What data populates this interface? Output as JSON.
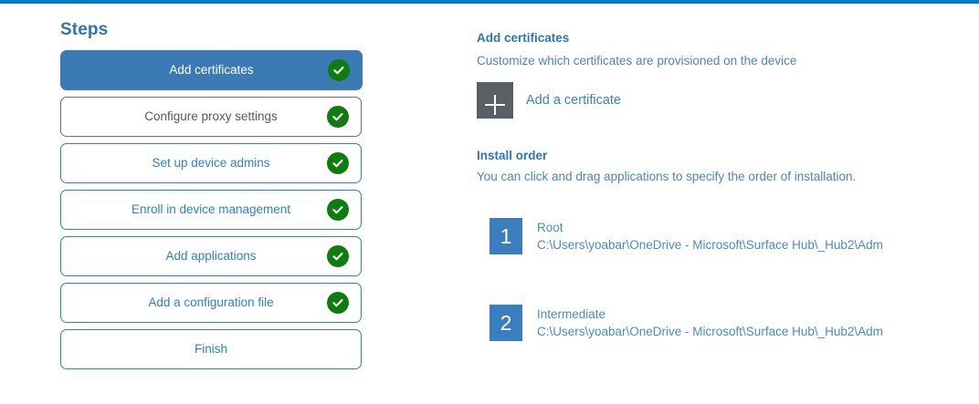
{
  "theme": {
    "accent_bar": "#0078c8",
    "active_step_bg": "#3b7ab5",
    "step_border_blue": "#2e7fd0",
    "step_border_gray": "#6f6f6f",
    "check_green": "#107c10",
    "badge_blue": "#3a7ebf",
    "tile_gray": "#595f65",
    "heading_blue": "#2e75b6",
    "body_blue": "#4a87b8"
  },
  "steps_pane": {
    "title": "Steps",
    "items": [
      {
        "label": "Add certificates",
        "state": "active",
        "completed": true,
        "check_icon": "check-circle-icon"
      },
      {
        "label": "Configure proxy settings",
        "state": "neutral",
        "completed": true,
        "check_icon": "check-circle-icon"
      },
      {
        "label": "Set up device admins",
        "state": "default",
        "completed": true,
        "check_icon": "check-circle-icon"
      },
      {
        "label": "Enroll in device management",
        "state": "default",
        "completed": true,
        "check_icon": "check-circle-icon"
      },
      {
        "label": "Add applications",
        "state": "default",
        "completed": true,
        "check_icon": "check-circle-icon"
      },
      {
        "label": "Add a configuration file",
        "state": "default",
        "completed": true,
        "check_icon": "check-circle-icon"
      },
      {
        "label": "Finish",
        "state": "default",
        "completed": false,
        "check_icon": ""
      }
    ]
  },
  "detail_pane": {
    "add_certificates": {
      "heading": "Add certificates",
      "subheading": "Customize which certificates are provisioned on the device",
      "add_tile_icon": "plus-icon",
      "add_link_label": "Add a certificate"
    },
    "install_order": {
      "heading": "Install order",
      "subheading": "You can click and drag applications to specify the order of installation.",
      "items": [
        {
          "number": "1",
          "name": "Root",
          "path": "C:\\Users\\yoabar\\OneDrive - Microsoft\\Surface Hub\\_Hub2\\Adm"
        },
        {
          "number": "2",
          "name": "Intermediate",
          "path": "C:\\Users\\yoabar\\OneDrive - Microsoft\\Surface Hub\\_Hub2\\Adm"
        }
      ]
    }
  }
}
